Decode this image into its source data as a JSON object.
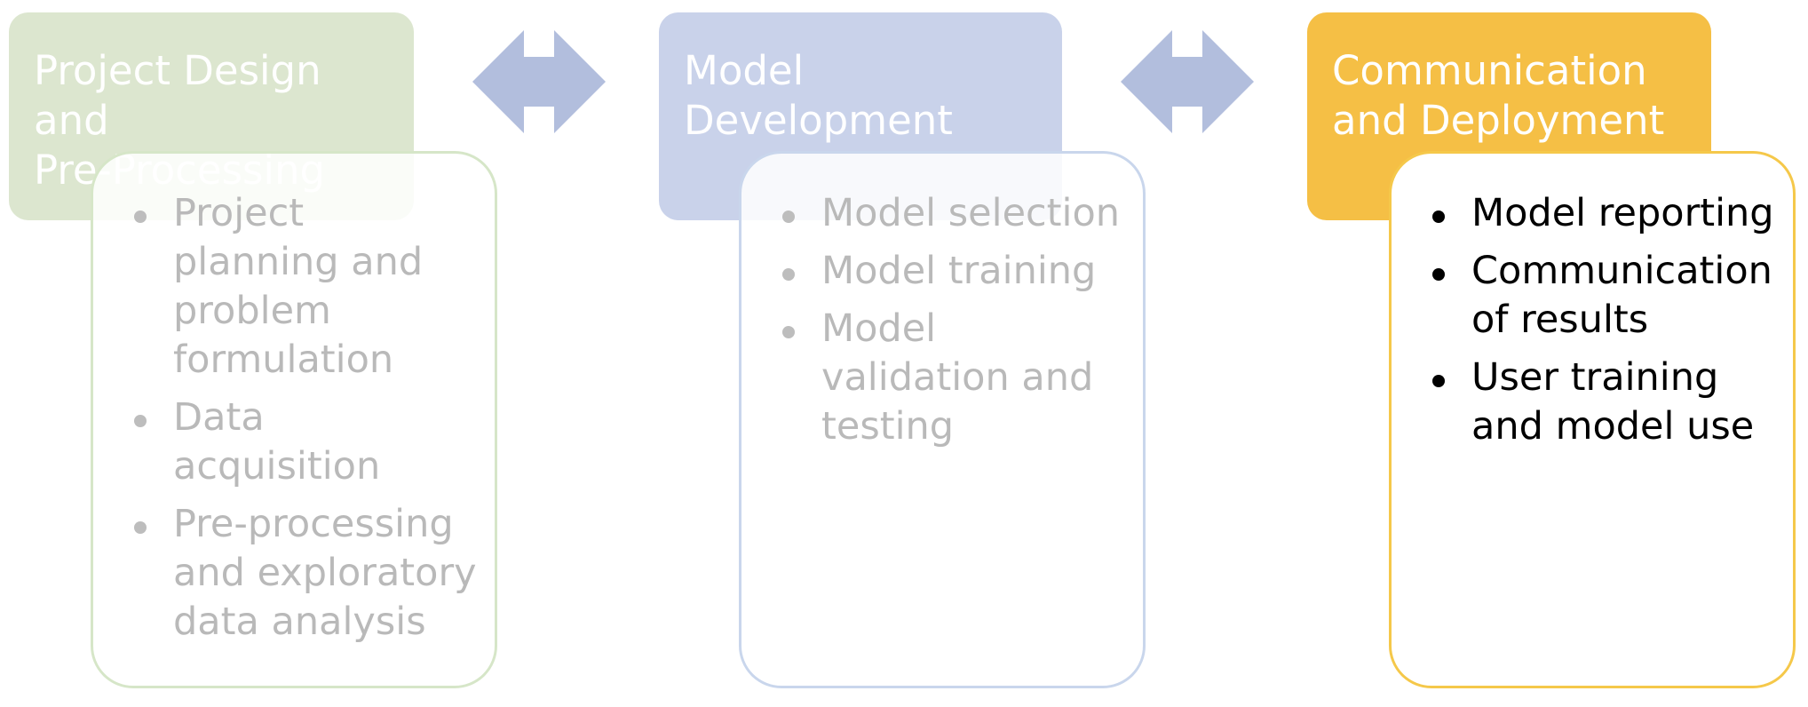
{
  "colors": {
    "stage1_header": "#dce6cf",
    "stage2_header": "#c9d2ea",
    "stage3_header": "#f5bf45",
    "arrow": "#b2bedd",
    "faded_text": "#b9b9b9",
    "active_text": "#000000"
  },
  "stages": [
    {
      "title": "Project Design and\nPre-Processing",
      "items": [
        "Project planning and problem formulation",
        "Data acquisition",
        "Pre-processing and exploratory data analysis"
      ]
    },
    {
      "title": "Model\nDevelopment",
      "items": [
        "Model selection",
        "Model training",
        "Model validation and testing"
      ]
    },
    {
      "title": "Communication\nand Deployment",
      "items": [
        "Model reporting",
        "Communication of results",
        "User training and model use"
      ]
    }
  ],
  "connectors": [
    {
      "icon": "double-arrow-icon"
    },
    {
      "icon": "double-arrow-icon"
    }
  ]
}
